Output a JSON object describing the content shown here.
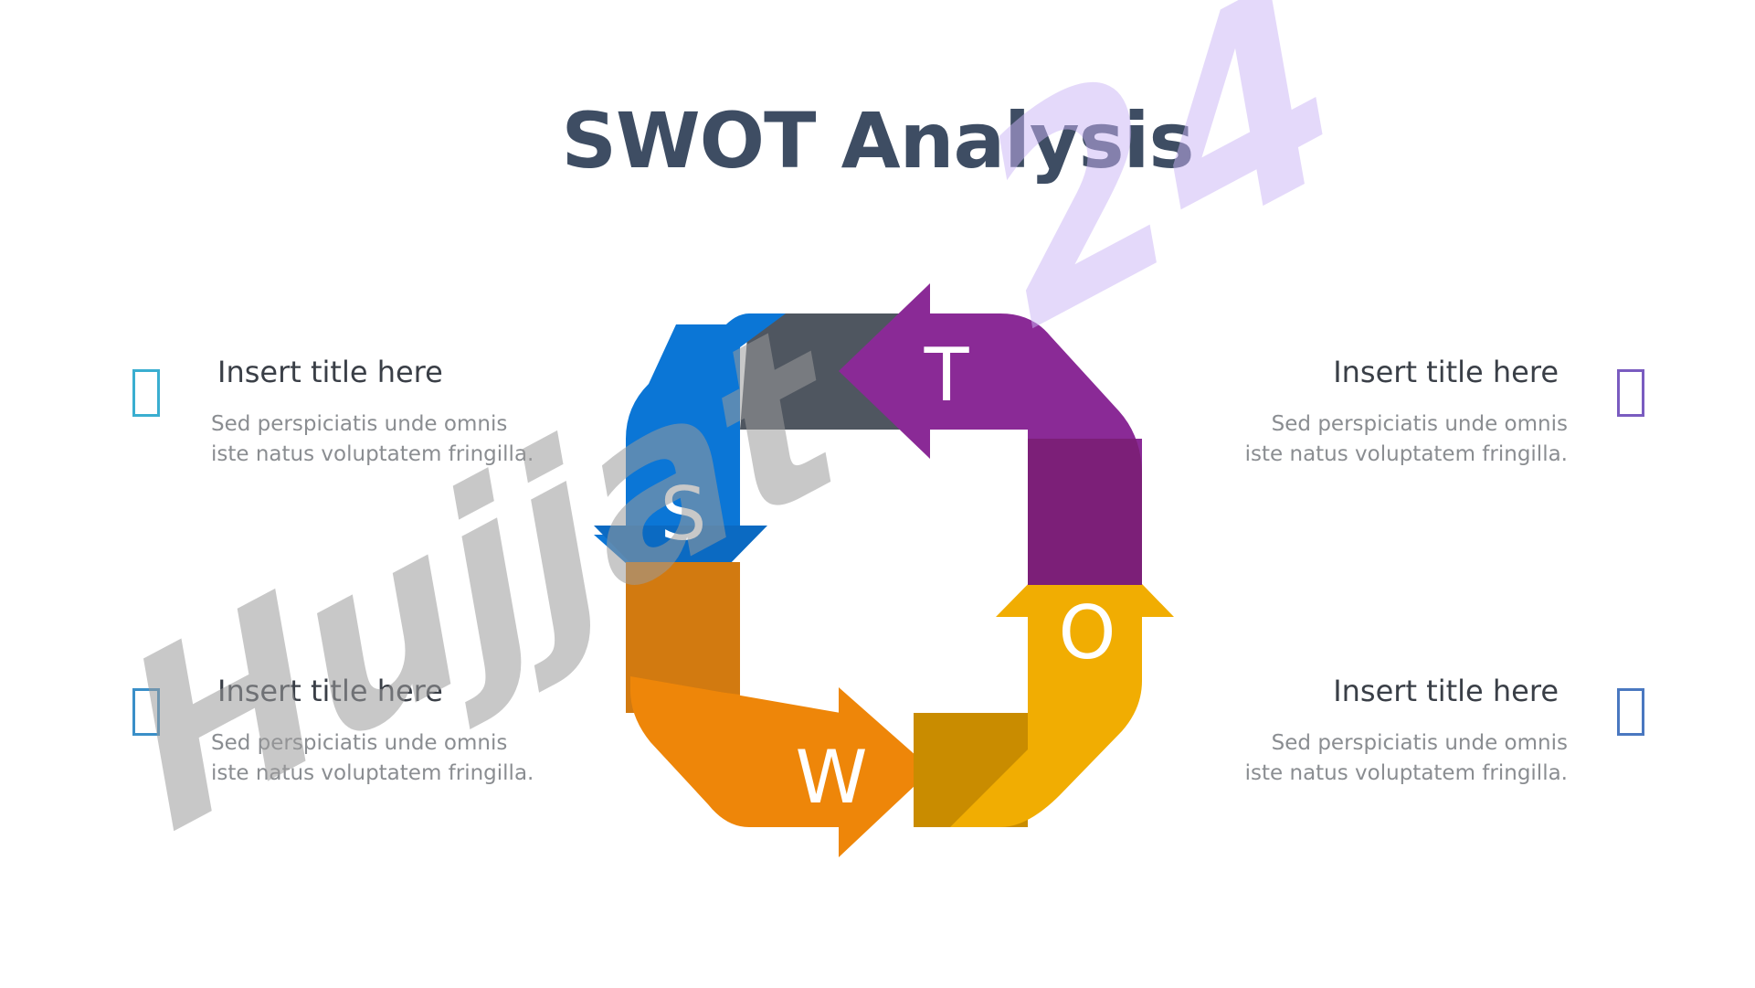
{
  "title": "SWOT Analysis",
  "letters": {
    "s": "S",
    "w": "W",
    "o": "O",
    "t": "T"
  },
  "items": [
    {
      "title": "Insert title here",
      "text_line1": "Sed perspiciatis unde omnis",
      "text_line2": "iste natus voluptatem fringilla.",
      "icon": "square-outline-icon",
      "color": "#3aaed0"
    },
    {
      "title": "Insert title here",
      "text_line1": "Sed perspiciatis unde omnis",
      "text_line2": "iste natus voluptatem fringilla.",
      "icon": "square-outline-icon",
      "color": "#3a8fc8"
    },
    {
      "title": "Insert title here",
      "text_line1": "Sed perspiciatis unde omnis",
      "text_line2": "iste natus voluptatem fringilla.",
      "icon": "square-outline-icon",
      "color": "#7a5cc0"
    },
    {
      "title": "Insert title here",
      "text_line1": "Sed perspiciatis unde omnis",
      "text_line2": "iste natus voluptatem fringilla.",
      "icon": "square-outline-icon",
      "color": "#4a78c0"
    }
  ],
  "colors": {
    "strength": "#0b76d6",
    "weakness": "#ee8609",
    "opportunity": "#f1ad02",
    "threat": "#8a2a96",
    "connector_top": "#4f5660",
    "title": "#3e4d63"
  },
  "watermark": {
    "main": "Hujjat",
    "number": "24"
  }
}
